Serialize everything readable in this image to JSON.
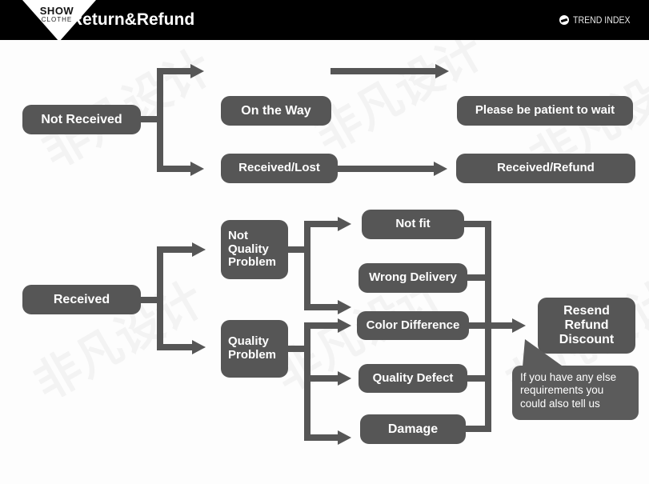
{
  "header": {
    "logo": {
      "line1": "SHOW",
      "line2": "CLOTHE",
      "icon": "triangle-logo"
    },
    "title": "Return&Refund",
    "brand": {
      "label": "TREND INDEX",
      "icon": "globe-icon"
    },
    "background_color": "#000000"
  },
  "theme": {
    "node_fill": "#565656",
    "node_text": "#ffffff",
    "connector": "#565656",
    "canvas": "#ffffff"
  },
  "flow": {
    "nodes": {
      "not_received": "Not Received",
      "on_the_way": "On the Way",
      "please_wait": "Please be patient to wait",
      "received_lost": "Received/Lost",
      "received_refund": "Received/Refund",
      "received": "Received",
      "not_quality_problem": "Not\nQuality\nProblem",
      "not_quality_problem_lines": [
        "Not",
        "Quality",
        "Problem"
      ],
      "quality_problem_lines": [
        "Quality",
        "Problem"
      ],
      "not_fit": "Not fit",
      "wrong_delivery": "Wrong Delivery",
      "color_difference": "Color Difference",
      "quality_defect": "Quality Defect",
      "damage": "Damage",
      "resolution_lines": [
        "Resend",
        "Refund",
        "Discount"
      ]
    },
    "callout": {
      "lines": [
        "If you have any else",
        "requirements you",
        "could also tell us"
      ],
      "icon": "speech-bubble-pointer"
    },
    "watermark_text": "非凡设计"
  }
}
